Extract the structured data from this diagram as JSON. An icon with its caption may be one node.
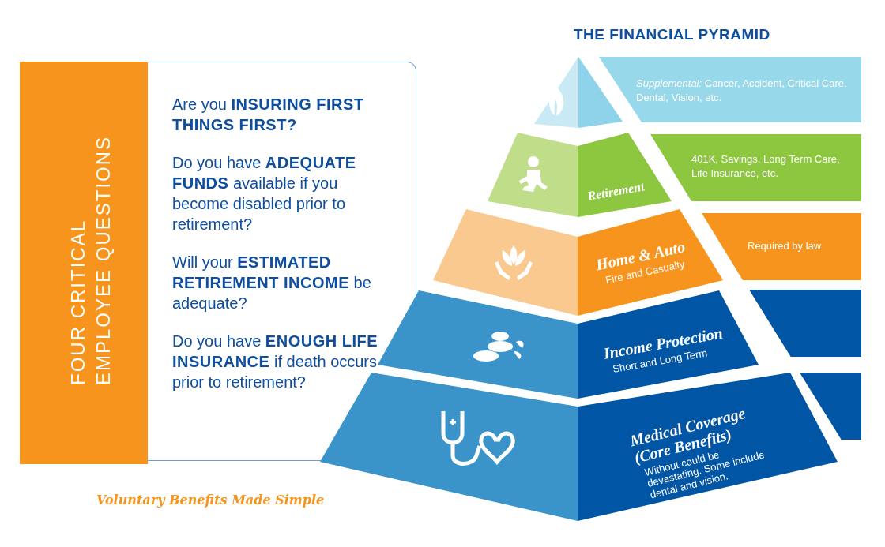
{
  "diagram": {
    "title": "THE FINANCIAL PYRAMID",
    "nodes": [
      {
        "text": [
          "FOUR CRITICAL EMPLOYEE QUESTIONS"
        ]
      },
      {
        "text": [
          "Are you **INSURING FIRST THINGS FIRST?**",
          "Do you have **ADEQUATE FUNDS** available if you become disabled prior to retirement?",
          "Will your **ESTIMATED RETIREMENT INCOME** be adequate?",
          "Do you have **ENOUGH LIFE INSURANCE** if death occurs prior to retirement?"
        ]
      },
      {
        "text": [],
        "shape": "triangle"
      },
      {
        "text": [
          "*Supplemental:* Cancer, Accident, Critical Care, Dental, Vision, etc."
        ]
      },
      {
        "text": [
          "Retirement"
        ]
      },
      {
        "text": [
          "401K, Savings, Long Term Care, Life Insurance, etc."
        ]
      },
      {
        "text": [
          "Home & Auto",
          "Fire and Casualty"
        ]
      },
      {
        "text": [
          "Required by law"
        ]
      },
      {
        "text": [
          "Income Protection",
          "Short and Long Term"
        ]
      },
      {
        "text": [],
        "shape": "box"
      },
      {
        "text": [
          "Medical Coverage (Core Benefits)",
          "Without could be devastating. Some include dental and vision."
        ]
      },
      {
        "text": [],
        "shape": "box"
      }
    ],
    "labels": [
      "Voluntary Benefits Made Simple"
    ]
  }
}
